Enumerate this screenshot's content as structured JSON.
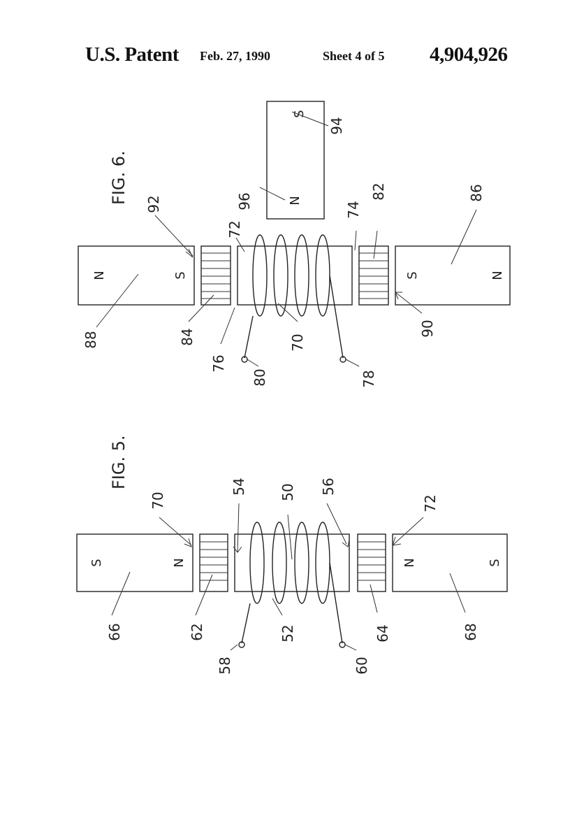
{
  "header": {
    "title": "U.S. Patent",
    "date": "Feb. 27, 1990",
    "sheet": "Sheet 4 of 5",
    "patent_number": "4,904,926"
  },
  "fig6": {
    "caption": "FIG. 6.",
    "left_magnet": {
      "left_pole": "N",
      "right_pole": "S"
    },
    "right_magnet": {
      "left_pole": "S",
      "right_pole": "N"
    },
    "top_magnet": {
      "top_pole": "S",
      "bottom_pole": "N"
    },
    "refs": {
      "r70": "70",
      "r72": "72",
      "r74": "74",
      "r76": "76",
      "r78": "78",
      "r80": "80",
      "r82": "82",
      "r84": "84",
      "r86": "86",
      "r88": "88",
      "r90": "90",
      "r92": "92",
      "r94": "94",
      "r96": "96"
    }
  },
  "fig5": {
    "caption": "FIG. 5.",
    "left_magnet": {
      "left_pole": "S",
      "right_pole": "N"
    },
    "right_magnet": {
      "left_pole": "N",
      "right_pole": "S"
    },
    "refs": {
      "r50": "50",
      "r52": "52",
      "r54": "54",
      "r56": "56",
      "r58": "58",
      "r60": "60",
      "r62": "62",
      "r64": "64",
      "r66": "66",
      "r68": "68",
      "r70": "70",
      "r72": "72"
    }
  }
}
